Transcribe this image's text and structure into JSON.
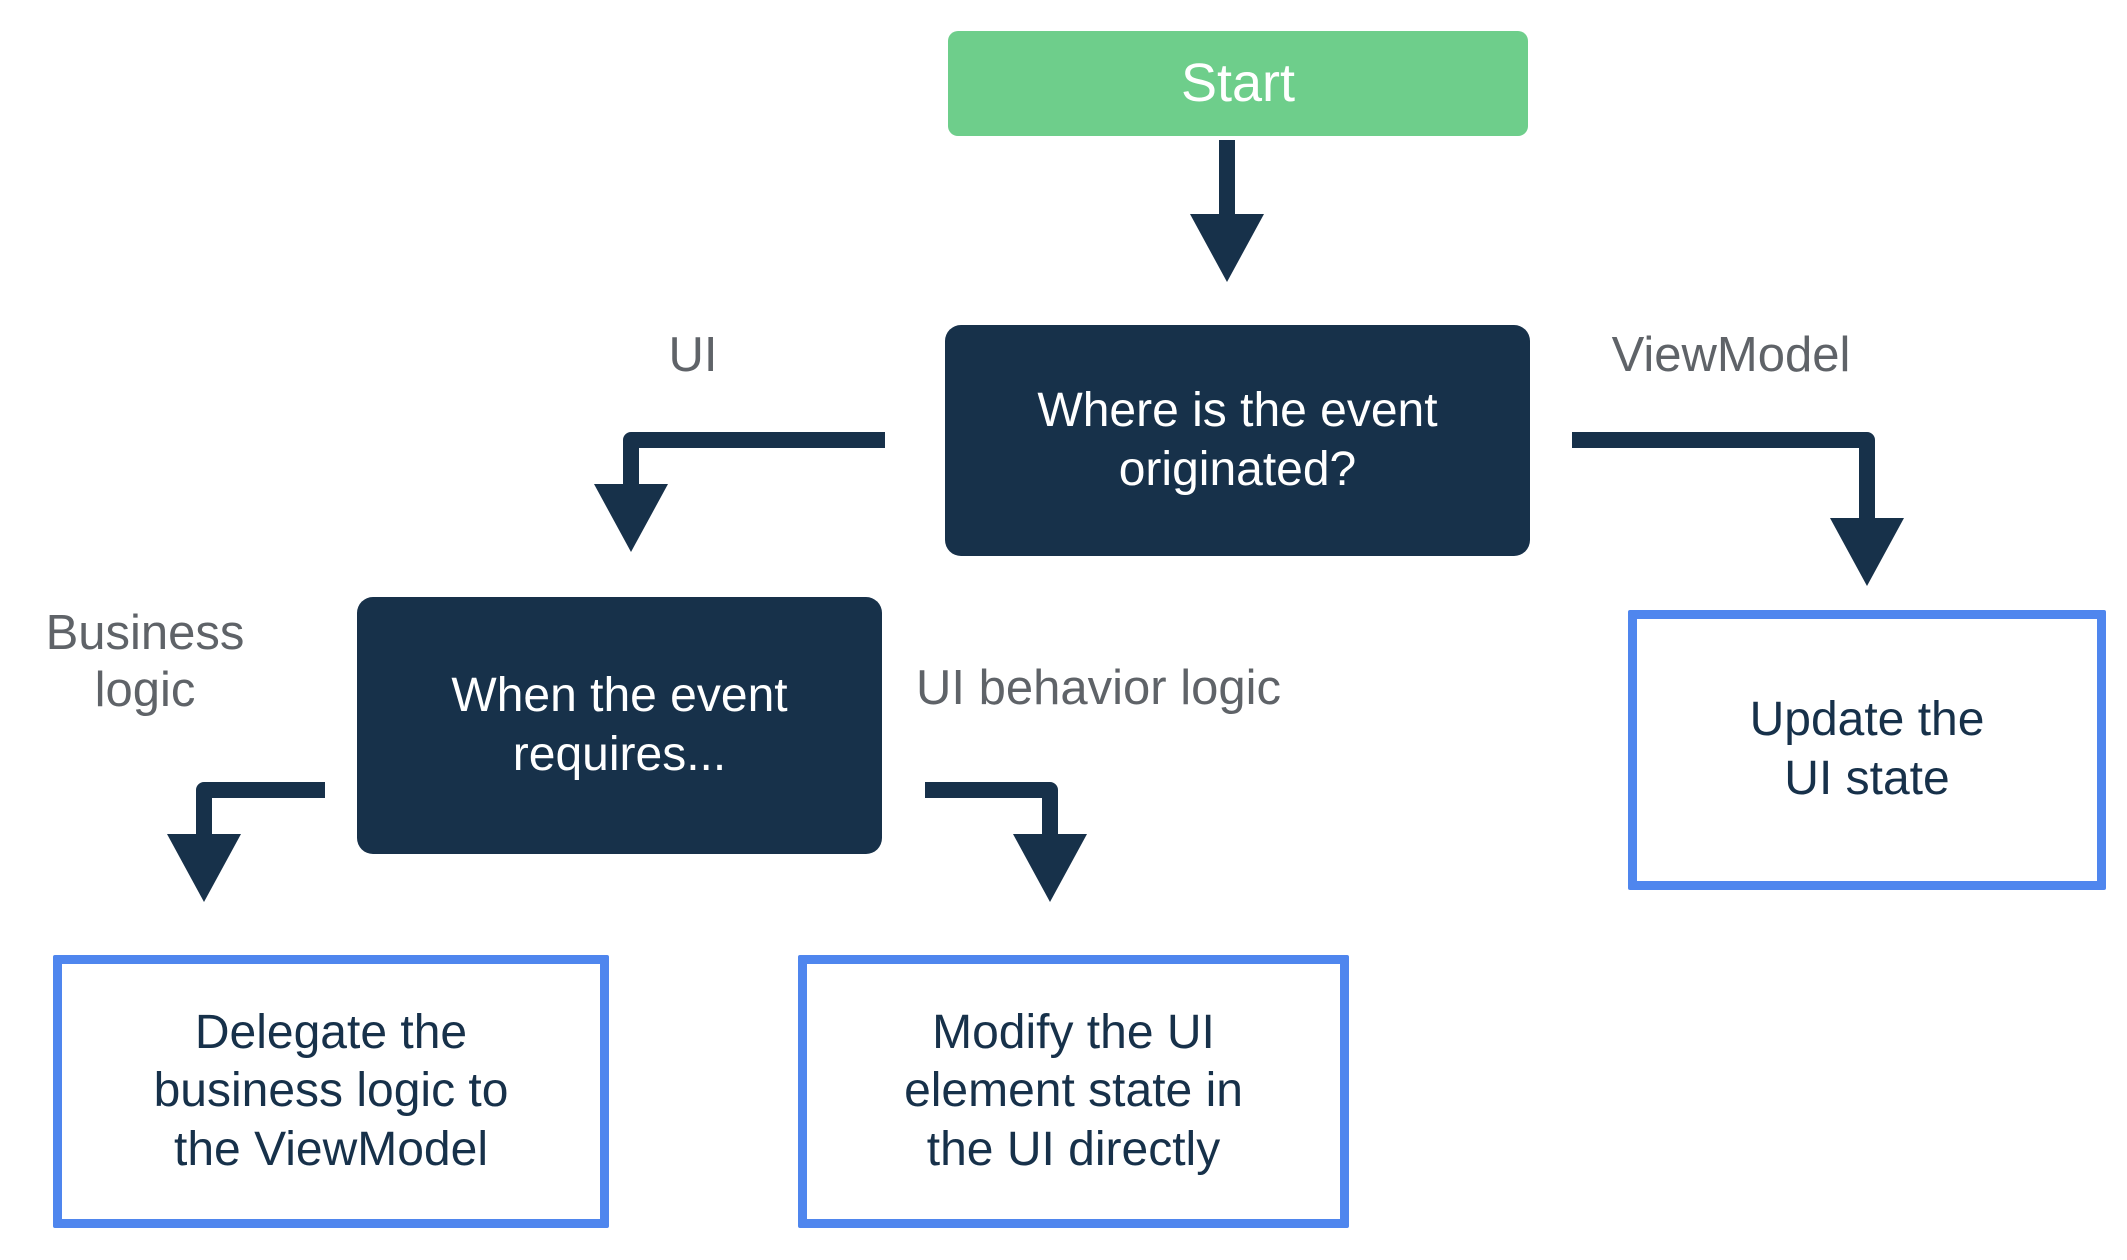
{
  "diagram": {
    "title": "Where is the event originated?",
    "colors": {
      "start_fill": "#6ECE8B",
      "decision_fill": "#17314A",
      "outcome_border": "#4F86EE",
      "outcome_fill": "#FFFFFF",
      "connector": "#17314A",
      "edge_label_text": "#5F6368",
      "node_text_light": "#FFFFFF",
      "node_text_dark": "#17314A",
      "background": "#FFFFFF"
    },
    "nodes": {
      "start": {
        "label": "Start",
        "kind": "terminator"
      },
      "origin_question": {
        "label": "Where is the event\noriginated?",
        "kind": "decision"
      },
      "event_requires": {
        "label": "When the event\nrequires...",
        "kind": "decision"
      },
      "update_ui_state": {
        "label": "Update the\nUI state",
        "kind": "outcome"
      },
      "delegate_viewmodel": {
        "label": "Delegate the\nbusiness logic to\nthe ViewModel",
        "kind": "outcome"
      },
      "modify_ui_element": {
        "label": "Modify the UI\nelement state in\nthe UI directly",
        "kind": "outcome"
      }
    },
    "edges": [
      {
        "from": "start",
        "to": "origin_question",
        "label": ""
      },
      {
        "from": "origin_question",
        "to": "event_requires",
        "label": "UI"
      },
      {
        "from": "origin_question",
        "to": "update_ui_state",
        "label": "ViewModel"
      },
      {
        "from": "event_requires",
        "to": "delegate_viewmodel",
        "label": "Business\nlogic"
      },
      {
        "from": "event_requires",
        "to": "modify_ui_element",
        "label": "UI behavior logic"
      }
    ],
    "edge_labels": {
      "ui": "UI",
      "viewmodel": "ViewModel",
      "business_logic": "Business\nlogic",
      "ui_behavior_logic": "UI behavior logic"
    }
  }
}
